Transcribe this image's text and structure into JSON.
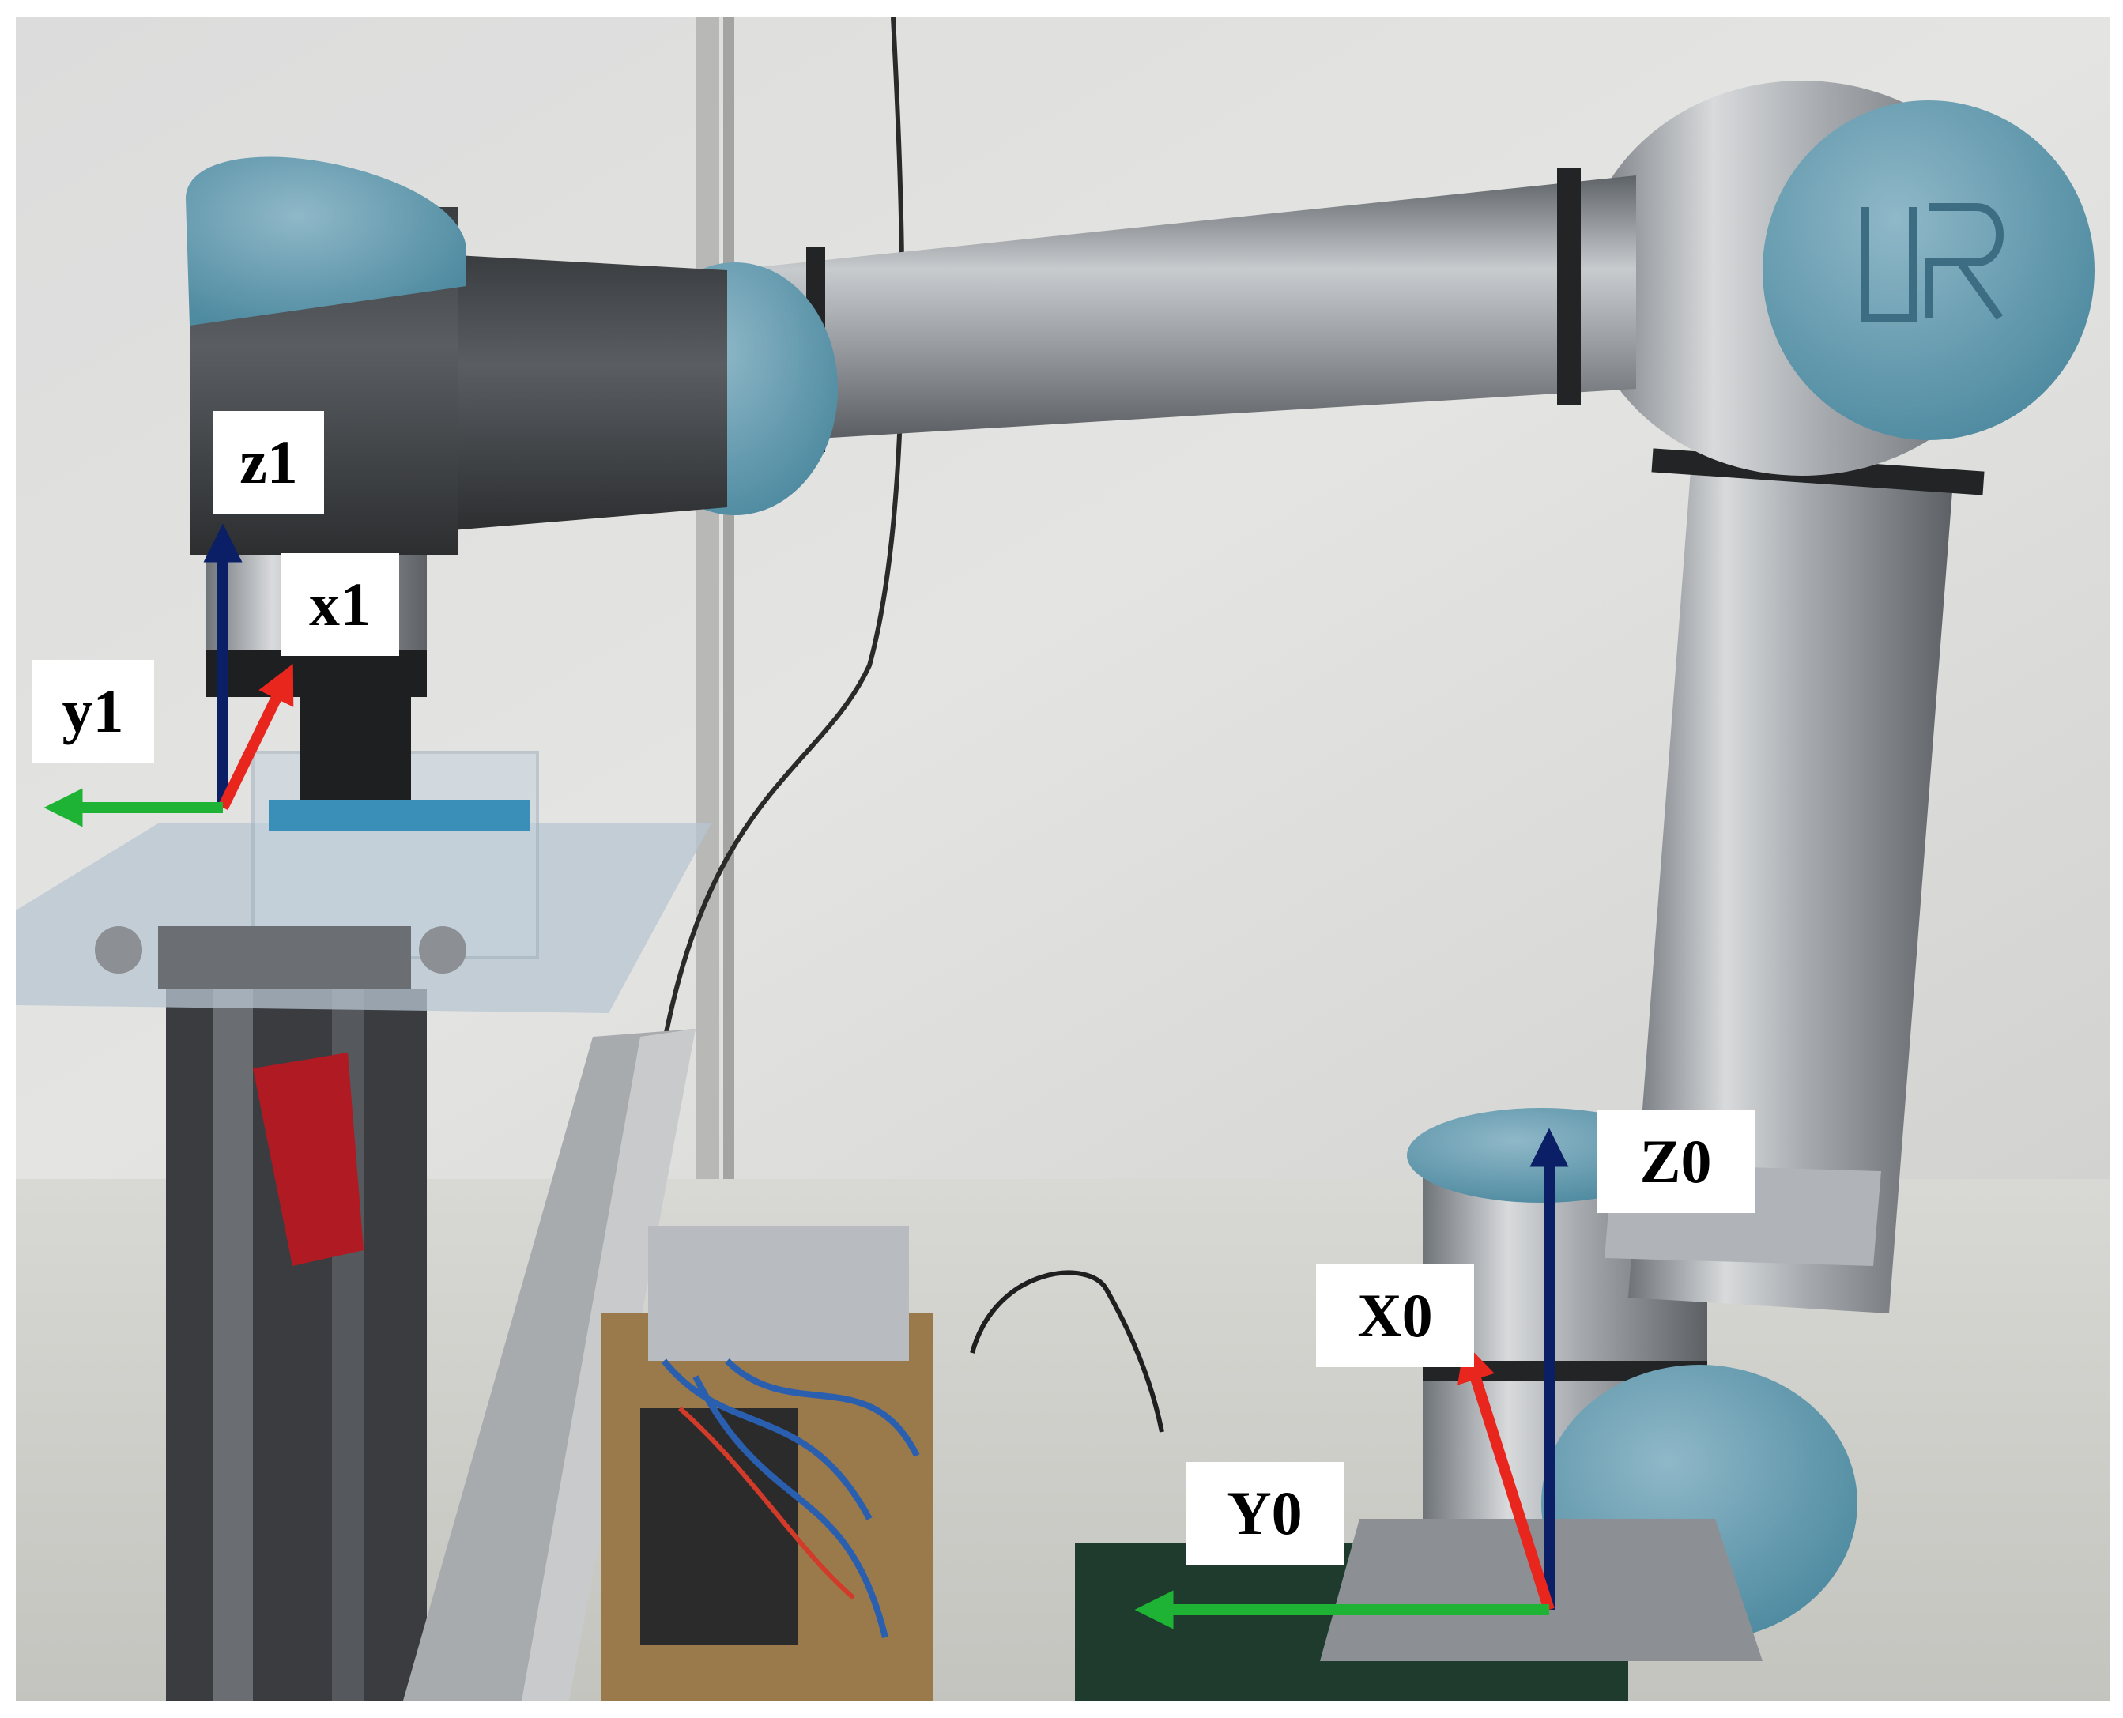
{
  "frames": {
    "tool": {
      "z_label": "z1",
      "x_label": "x1",
      "y_label": "y1"
    },
    "base": {
      "z_label": "Z0",
      "x_label": "X0",
      "y_label": "Y0"
    }
  },
  "axis_colors": {
    "z": "#0b1f66",
    "x": "#e8261e",
    "y": "#1fb335"
  },
  "logo_text": "UR"
}
